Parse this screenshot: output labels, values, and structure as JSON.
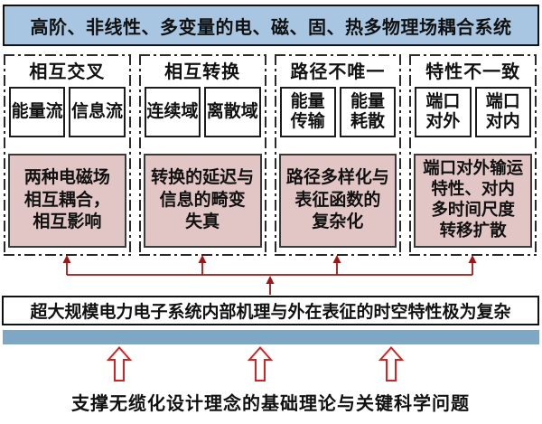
{
  "banner": {
    "text": "高阶、非线性、多变量的电、磁、固、热多物理场耦合系统"
  },
  "columns": [
    {
      "title": "相互交叉",
      "box_left": "能量流",
      "box_right": "信息流",
      "summary": "两种电磁场\n相互耦合，\n相互影响"
    },
    {
      "title": "相互转换",
      "box_left": "连续域",
      "box_right": "离散域",
      "summary": "转换的延迟与\n信息的畸变\n失真"
    },
    {
      "title": "路径不唯一",
      "box_left": "能量\n传输",
      "box_right": "能量\n耗散",
      "summary": "路径多样化与\n表征函数的\n复杂化"
    },
    {
      "title": "特性不一致",
      "box_left": "端口\n对外",
      "box_right": "端口\n对内",
      "summary": "端口对外输运\n特性、对内\n多时间尺度\n转移扩散"
    }
  ],
  "mechanism": {
    "text": "超大规模电力电子系统内部机理与外在表征的时空特性极为复杂"
  },
  "foundation": {
    "text": "支撑无缆化设计理念的基础理论与关键科学问题"
  },
  "colors": {
    "banner_fill": "#a8c6e2",
    "divider_bar_fill": "#7ea7c6",
    "summary_fill": "#e2c6c6",
    "connector_arrow": "#9b1717",
    "hollow_arrow_outline": "#d02525",
    "dashed_border_red": "#e02424",
    "dashed_border_black": "#2a2a2a"
  }
}
